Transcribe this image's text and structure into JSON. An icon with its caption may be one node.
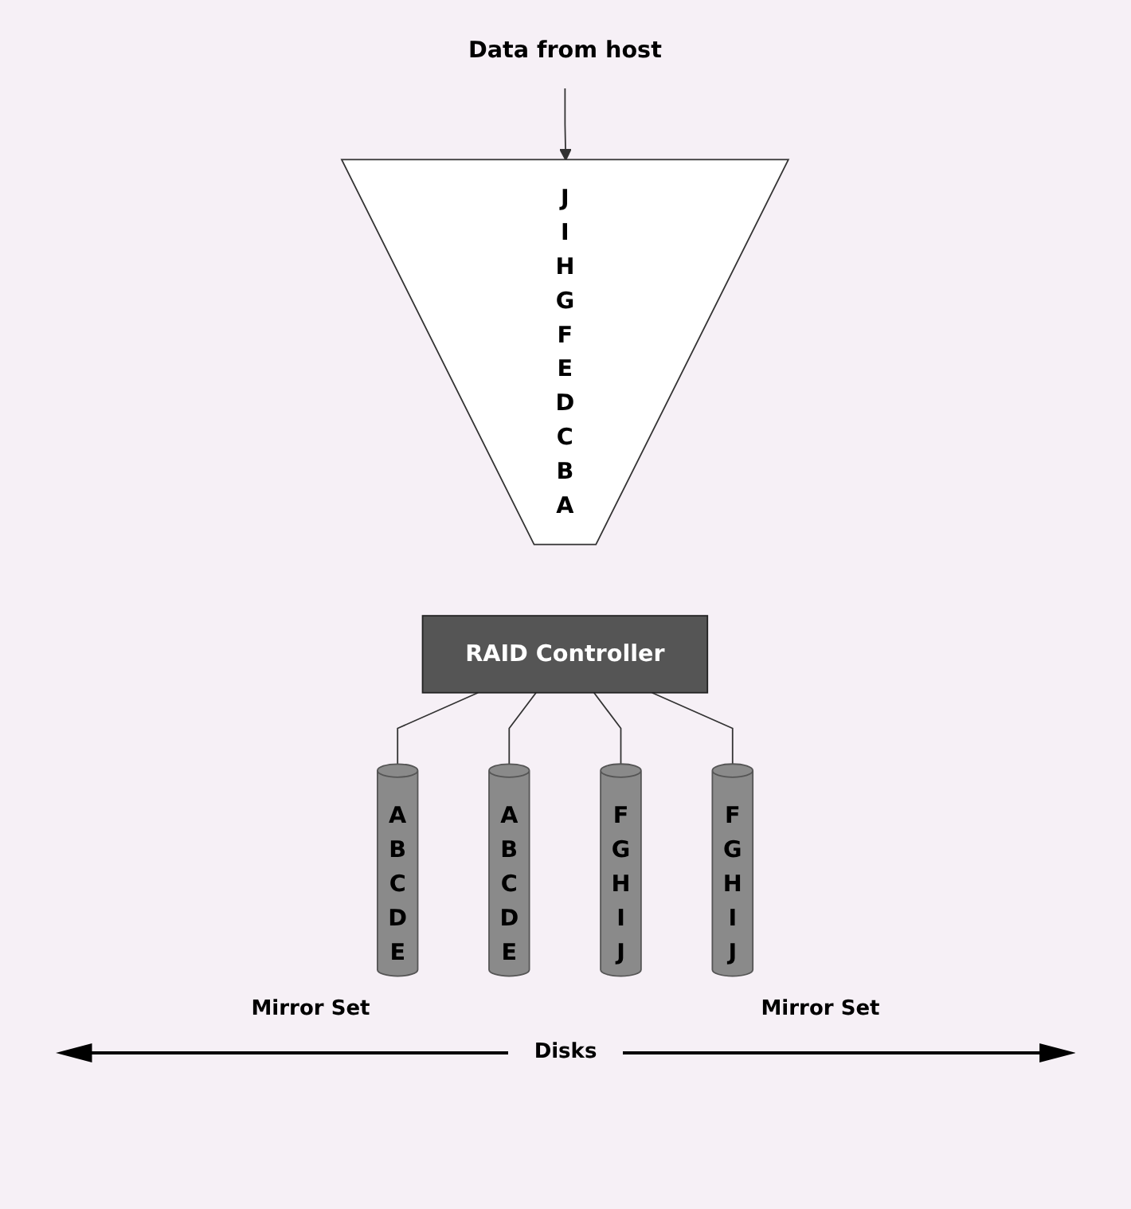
{
  "diagram": {
    "nodes": [
      {
        "text": [
          "J I H G F E D C B A"
        ]
      },
      {
        "text": [
          "Data from host"
        ]
      },
      {
        "text": [
          "RAID Controller"
        ]
      },
      {
        "text": [
          "A",
          "B",
          "C",
          "D",
          "E"
        ]
      },
      {
        "text": [
          "A",
          "B",
          "C",
          "D",
          "E"
        ]
      },
      {
        "text": [
          "F",
          "G",
          "H",
          "I",
          "J"
        ]
      },
      {
        "text": [
          "F",
          "G",
          "H",
          "I",
          "J"
        ]
      }
    ],
    "edges": [
      {
        "from": 1,
        "to": 0,
        "arrow": "to"
      },
      {
        "from": 2,
        "to": 3,
        "arrow": "none"
      },
      {
        "from": 2,
        "to": 4,
        "arrow": "none"
      },
      {
        "from": 2,
        "to": 5,
        "arrow": "none"
      },
      {
        "from": 2,
        "to": 6,
        "arrow": "none"
      }
    ],
    "labels": [
      "Mirror Set",
      "Mirror Set",
      "Disks"
    ]
  }
}
